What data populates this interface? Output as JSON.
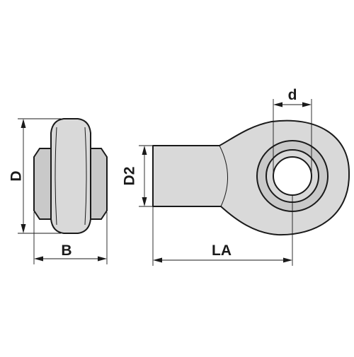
{
  "diagram": {
    "labels": {
      "d": "d",
      "D": "D",
      "D2": "D2",
      "B": "B",
      "LA": "LA"
    },
    "colors": {
      "fill": "#d9d9d9",
      "fill_dark": "#c9c9c9",
      "line": "#1a1a1a",
      "background": "#ffffff"
    }
  }
}
